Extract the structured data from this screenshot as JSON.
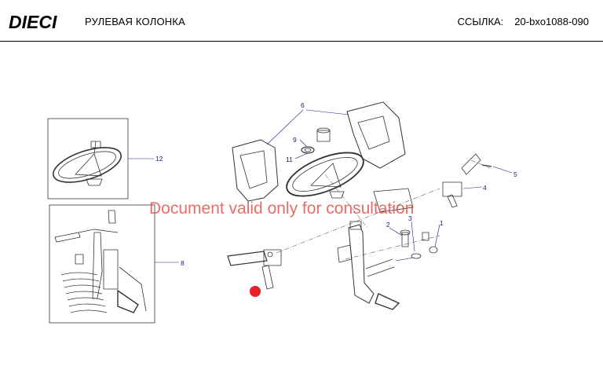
{
  "header": {
    "brand": "DIECI",
    "title": "РУЛЕВАЯ КОЛОНКА",
    "ref_label": "ССЫЛКА:",
    "ref_code": "20-bxo1088-090"
  },
  "watermark": "Document valid only for consultation",
  "callouts": {
    "c1": "1",
    "c2": "2",
    "c3": "3",
    "c4": "4",
    "c5": "5",
    "c6": "6",
    "c8": "8",
    "c9": "9",
    "c11": "11",
    "c12": "12"
  },
  "colors": {
    "callout": "#1a237e",
    "watermark": "#e2544e",
    "marker": "#e8202a"
  }
}
